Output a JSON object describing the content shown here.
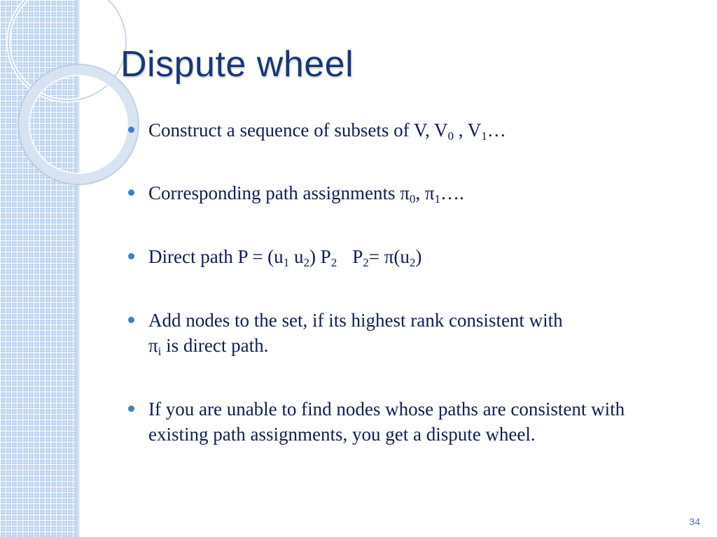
{
  "slide": {
    "title": "Dispute wheel",
    "page_number": "34",
    "bullets": [
      {
        "prefix": "Construct a sequence of subsets of V, V",
        "sub1": "0",
        "mid": " , V",
        "sub2": "1",
        "suffix": "…"
      },
      {
        "prefix": "Corresponding path assignments π",
        "sub1": "0",
        "mid": ", π",
        "sub2": "1",
        "suffix": "…."
      },
      {
        "part1": "Direct path P = (u",
        "sub1": "1",
        "part2": " u",
        "sub2": "2",
        "part3": ") P",
        "sub3": "2",
        "part4": "P",
        "sub4": "2",
        "part5": "= π(u",
        "sub5": "2",
        "part6": ")"
      },
      {
        "line1": "Add nodes to the set, if its highest rank consistent with",
        "pi": "π",
        "sub": "i",
        "line2": " is direct path."
      },
      {
        "text": "If you are unable to find nodes whose paths are consistent with existing path assignments, you get a dispute wheel."
      }
    ]
  },
  "colors": {
    "title": "#17377a",
    "body_text": "#0d1e54",
    "bullet": "#3d7fc7",
    "band": "#cfe0f4"
  }
}
